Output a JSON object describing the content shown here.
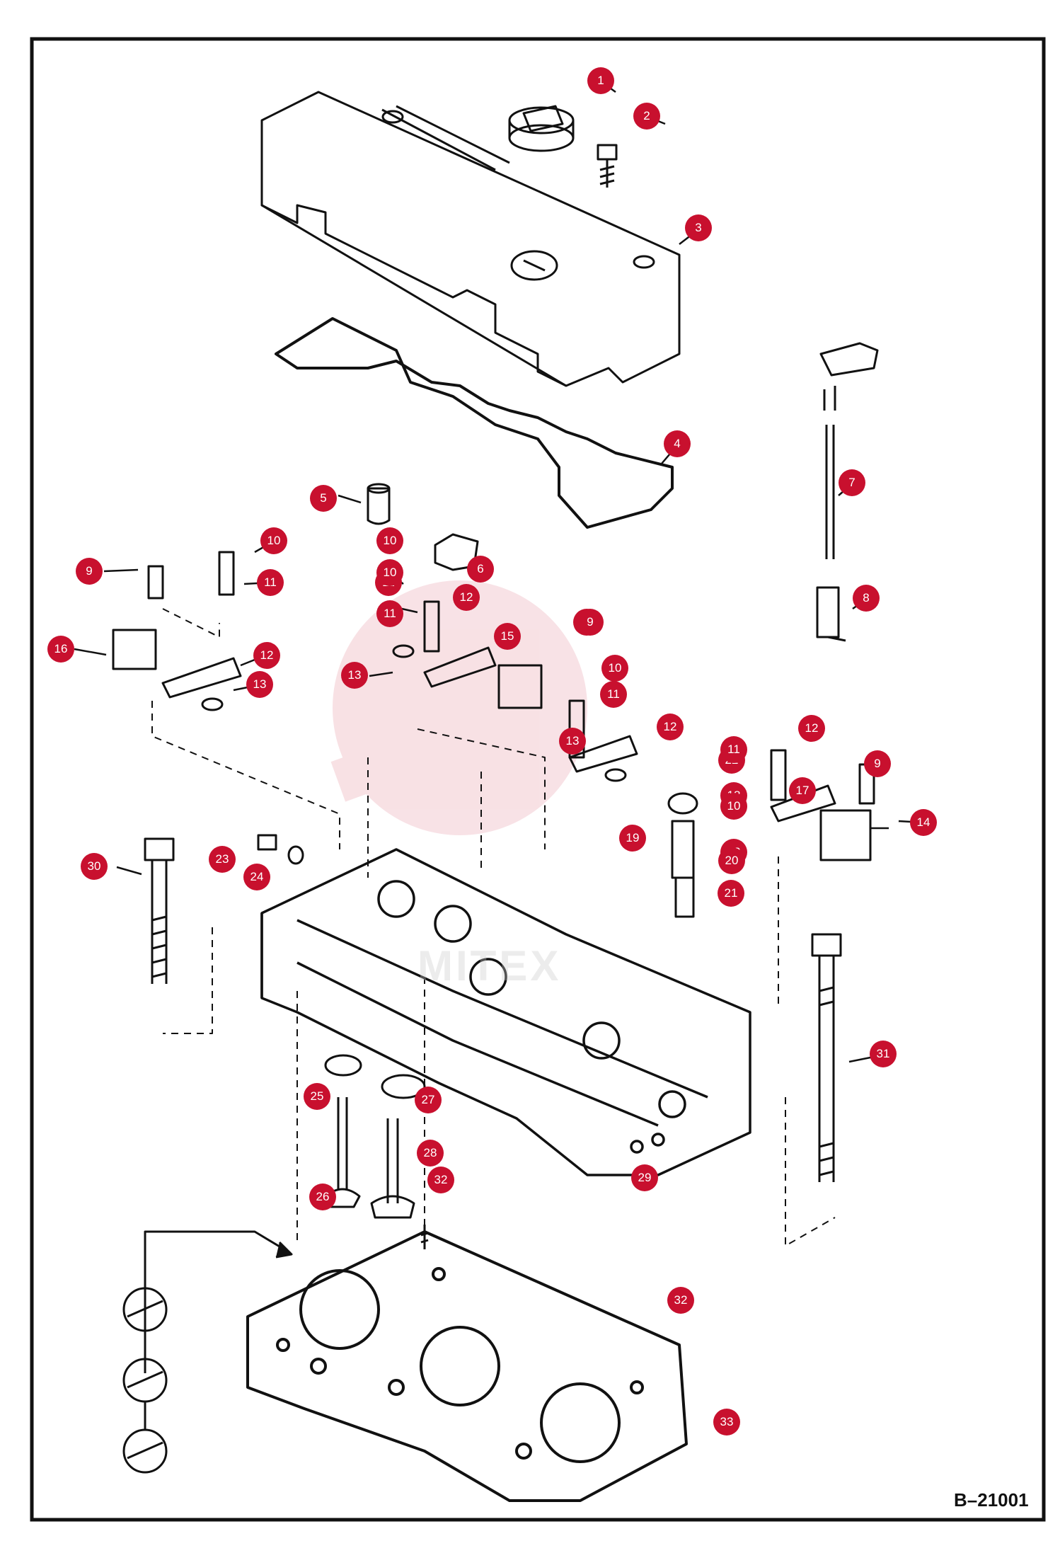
{
  "drawing_code": "B–21001",
  "watermark_text": "MITEX",
  "accent_color": "#c8102e",
  "callouts": [
    {
      "label": "1"
    },
    {
      "label": "2"
    },
    {
      "label": "3"
    },
    {
      "label": "4"
    },
    {
      "label": "5"
    },
    {
      "label": "6"
    },
    {
      "label": "7"
    },
    {
      "label": "8"
    },
    {
      "label": "9"
    },
    {
      "label": "10"
    },
    {
      "label": "11"
    },
    {
      "label": "9"
    },
    {
      "label": "10"
    },
    {
      "label": "11"
    },
    {
      "label": "16"
    },
    {
      "label": "12"
    },
    {
      "label": "13"
    },
    {
      "label": "10"
    },
    {
      "label": "11"
    },
    {
      "label": "12"
    },
    {
      "label": "13"
    },
    {
      "label": "15"
    },
    {
      "label": "9"
    },
    {
      "label": "10"
    },
    {
      "label": "11"
    },
    {
      "label": "12"
    },
    {
      "label": "13"
    },
    {
      "label": "22"
    },
    {
      "label": "17"
    },
    {
      "label": "18"
    },
    {
      "label": "13"
    },
    {
      "label": "10"
    },
    {
      "label": "11"
    },
    {
      "label": "12"
    },
    {
      "label": "9"
    },
    {
      "label": "14"
    },
    {
      "label": "19"
    },
    {
      "label": "20"
    },
    {
      "label": "21"
    },
    {
      "label": "23"
    },
    {
      "label": "24"
    },
    {
      "label": "30"
    },
    {
      "label": "31"
    },
    {
      "label": "25"
    },
    {
      "label": "27"
    },
    {
      "label": "28"
    },
    {
      "label": "32"
    },
    {
      "label": "26"
    },
    {
      "label": "29"
    },
    {
      "label": "32"
    },
    {
      "label": "33"
    }
  ]
}
